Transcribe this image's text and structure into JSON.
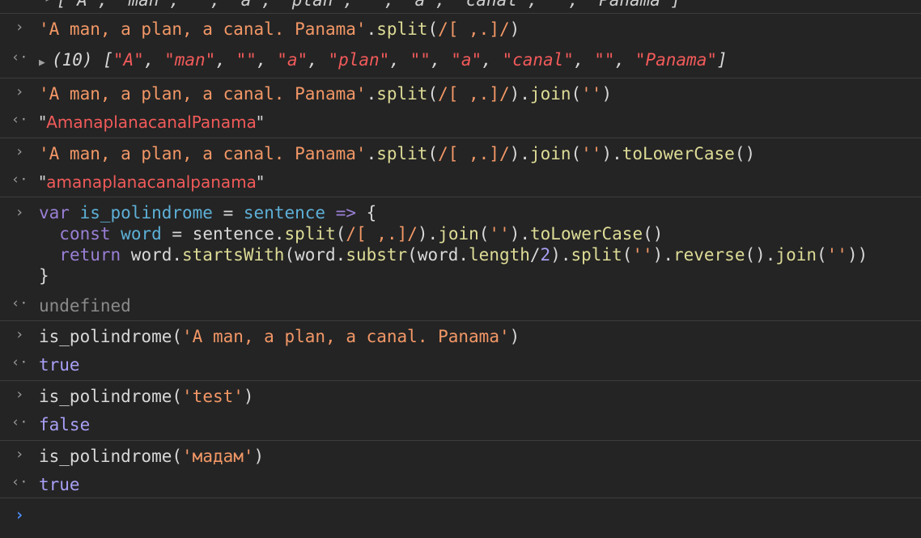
{
  "top_partial": "[\"A\", \"man\", \"\", \"a\", \"plan\", \"\", \"a\", \"canal\", \"\", \"Panama\"]",
  "e1": {
    "str": "'A man, a plan, a canal. Panama'",
    "dot": ".",
    "split": "split",
    "re": "(/[ ,.]/)"
  },
  "o1": {
    "count": "(10) ",
    "items": [
      "\"A\"",
      "\"man\"",
      "\"\"",
      "\"a\"",
      "\"plan\"",
      "\"\"",
      "\"a\"",
      "\"canal\"",
      "\"\"",
      "\"Panama\""
    ]
  },
  "e2": {
    "str": "'A man, a plan, a canal. Panama'",
    "split": "split",
    "re": "(/[ ,.]/)",
    "join": "join",
    "arg": "''"
  },
  "o2": "AmanaplanacanalPanama",
  "e3": {
    "str": "'A man, a plan, a canal. Panama'",
    "split": "split",
    "re": "(/[ ,.]/)",
    "join": "join",
    "arg": "''",
    "lower": "toLowerCase",
    "paren": "()"
  },
  "o3": "amanaplanacanalpanama",
  "e4": {
    "kw_var": "var",
    "name": "is_polindrome",
    "eq": " = ",
    "param": "sentence",
    "arrow": " => ",
    "brace": "{",
    "kw_const": "const",
    "word": "word",
    "sentence": "sentence",
    "split": "split",
    "re": "(/[ ,.]/)",
    "join": "join",
    "arg": "''",
    "lower": "toLowerCase",
    "kw_return": "return",
    "startsWith": "startsWith",
    "substr": "substr",
    "length": "length",
    "two": "2",
    "reverse": "reverse",
    "close": "}"
  },
  "o4": "undefined",
  "e5": {
    "fn": "is_polindrome",
    "arg": "'A man, a plan, a canal. Panama'"
  },
  "o5": "true",
  "e6": {
    "fn": "is_polindrome",
    "arg": "'test'"
  },
  "o6": "false",
  "e7": {
    "fn": "is_polindrome",
    "arg": "'мадам'"
  },
  "o7": "true",
  "gutter": {
    "input": ">",
    "output": "<·",
    "prompt": ">"
  }
}
